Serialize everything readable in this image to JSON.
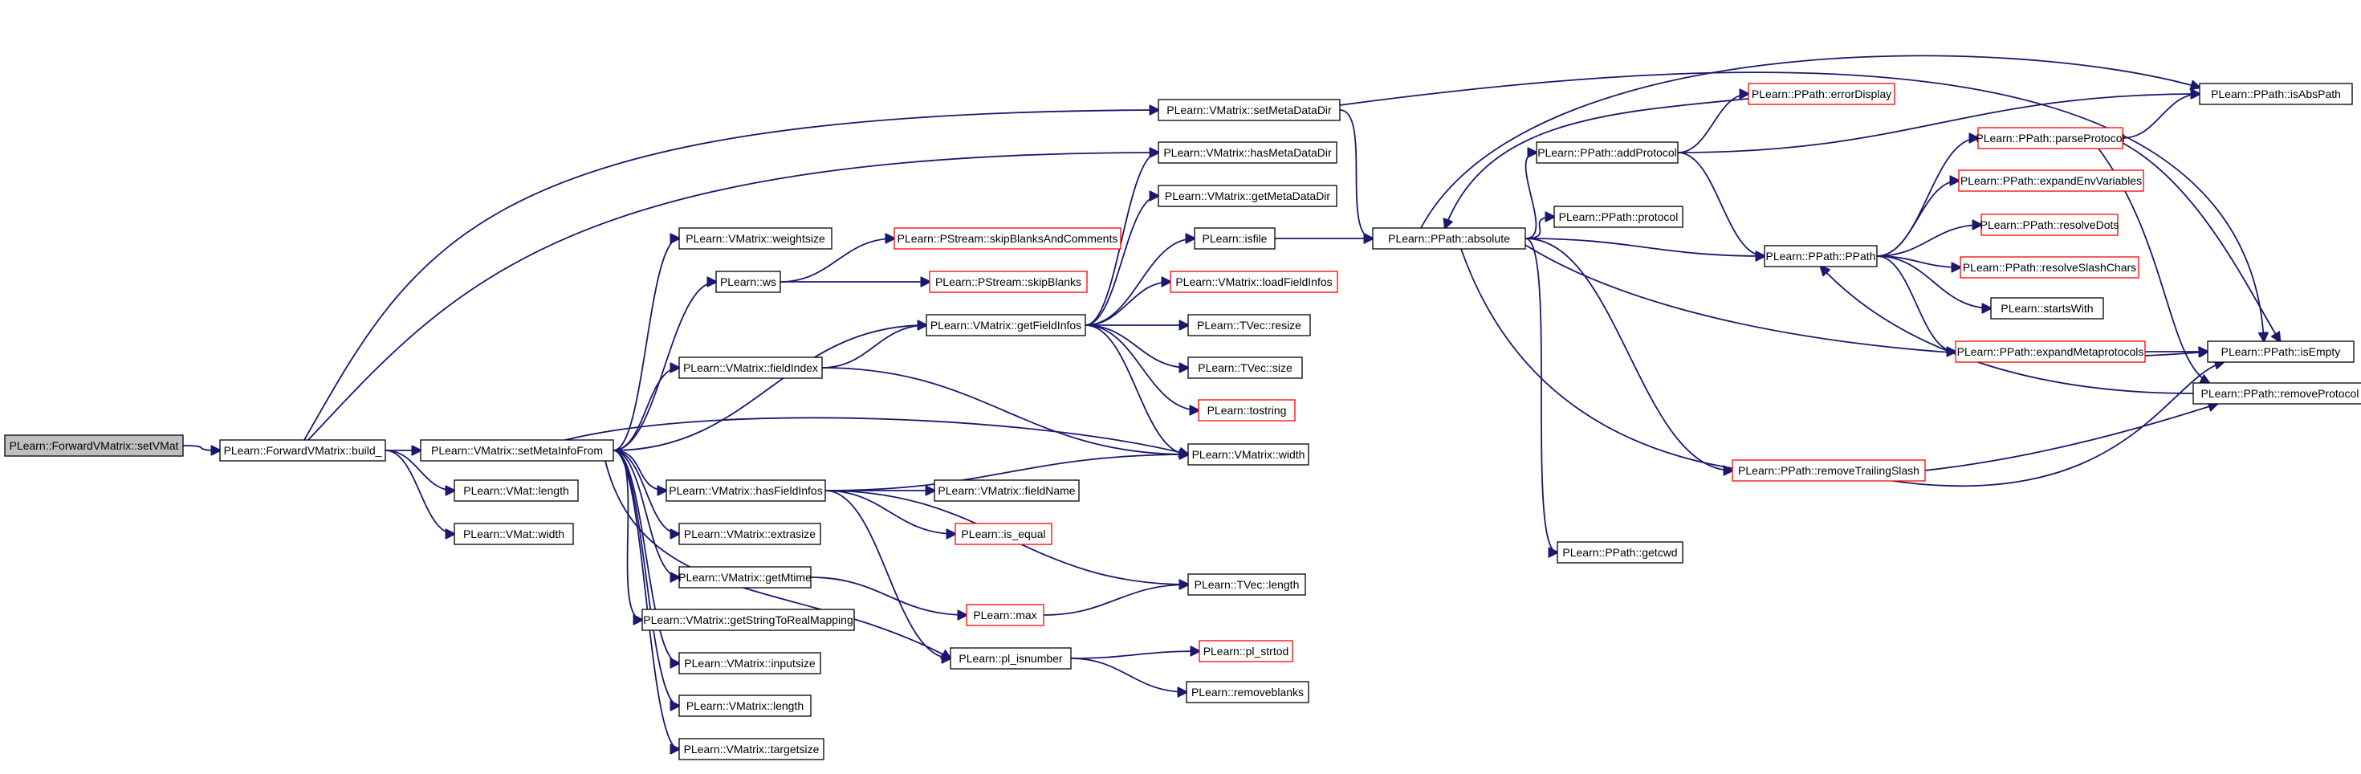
{
  "colors": {
    "edge": "#191970",
    "box_default": "#000000",
    "box_truncated": "#ff0000",
    "root_fill": "#bfbfbf"
  },
  "nodes": {
    "setVMat": "PLearn::ForwardVMatrix::setVMat",
    "build_": "PLearn::ForwardVMatrix::build_",
    "setMetaInfoFrom": "PLearn::VMatrix::setMetaInfoFrom",
    "vmat_length": "PLearn::VMat::length",
    "vmat_width": "PLearn::VMat::width",
    "setMetaDataDir": "PLearn::VMatrix::setMetaDataDir",
    "hasMetaDataDir": "PLearn::VMatrix::hasMetaDataDir",
    "getMetaDataDir": "PLearn::VMatrix::getMetaDataDir",
    "weightsize": "PLearn::VMatrix::weightsize",
    "ws": "PLearn::ws",
    "skipBlanksAndComments": "PLearn::PStream::skipBlanksAndComments",
    "skipBlanks": "PLearn::PStream::skipBlanks",
    "isfile": "PLearn::isfile",
    "loadFieldInfos": "PLearn::VMatrix::loadFieldInfos",
    "getFieldInfos": "PLearn::VMatrix::getFieldInfos",
    "tvec_resize": "PLearn::TVec::resize",
    "tvec_size": "PLearn::TVec::size",
    "tostring": "PLearn::tostring",
    "fieldIndex": "PLearn::VMatrix::fieldIndex",
    "vmatrix_width": "PLearn::VMatrix::width",
    "hasFieldInfos": "PLearn::VMatrix::hasFieldInfos",
    "fieldName": "PLearn::VMatrix::fieldName",
    "is_equal": "PLearn::is_equal",
    "extrasize": "PLearn::VMatrix::extrasize",
    "getMtime": "PLearn::VMatrix::getMtime",
    "max": "PLearn::max",
    "tvec_length": "PLearn::TVec::length",
    "getStringToRealMapping": "PLearn::VMatrix::getStringToRealMapping",
    "inputsize": "PLearn::VMatrix::inputsize",
    "pl_isnumber": "PLearn::pl_isnumber",
    "pl_strtod": "PLearn::pl_strtod",
    "removeblanks": "PLearn::removeblanks",
    "vmatrix_length": "PLearn::VMatrix::length",
    "targetsize": "PLearn::VMatrix::targetsize",
    "absolute": "PLearn::PPath::absolute",
    "errorDisplay": "PLearn::PPath::errorDisplay",
    "addProtocol": "PLearn::PPath::addProtocol",
    "protocol": "PLearn::PPath::protocol",
    "ppath": "PLearn::PPath::PPath",
    "removeTrailingSlash": "PLearn::PPath::removeTrailingSlash",
    "getcwd": "PLearn::PPath::getcwd",
    "isAbsPath": "PLearn::PPath::isAbsPath",
    "parseProtocol": "PLearn::PPath::parseProtocol",
    "expandEnvVariables": "PLearn::PPath::expandEnvVariables",
    "resolveDots": "PLearn::PPath::resolveDots",
    "resolveSlashChars": "PLearn::PPath::resolveSlashChars",
    "startsWith": "PLearn::startsWith",
    "expandMetaprotocols": "PLearn::PPath::expandMetaprotocols",
    "isEmpty": "PLearn::PPath::isEmpty",
    "removeProtocol": "PLearn::PPath::removeProtocol"
  }
}
